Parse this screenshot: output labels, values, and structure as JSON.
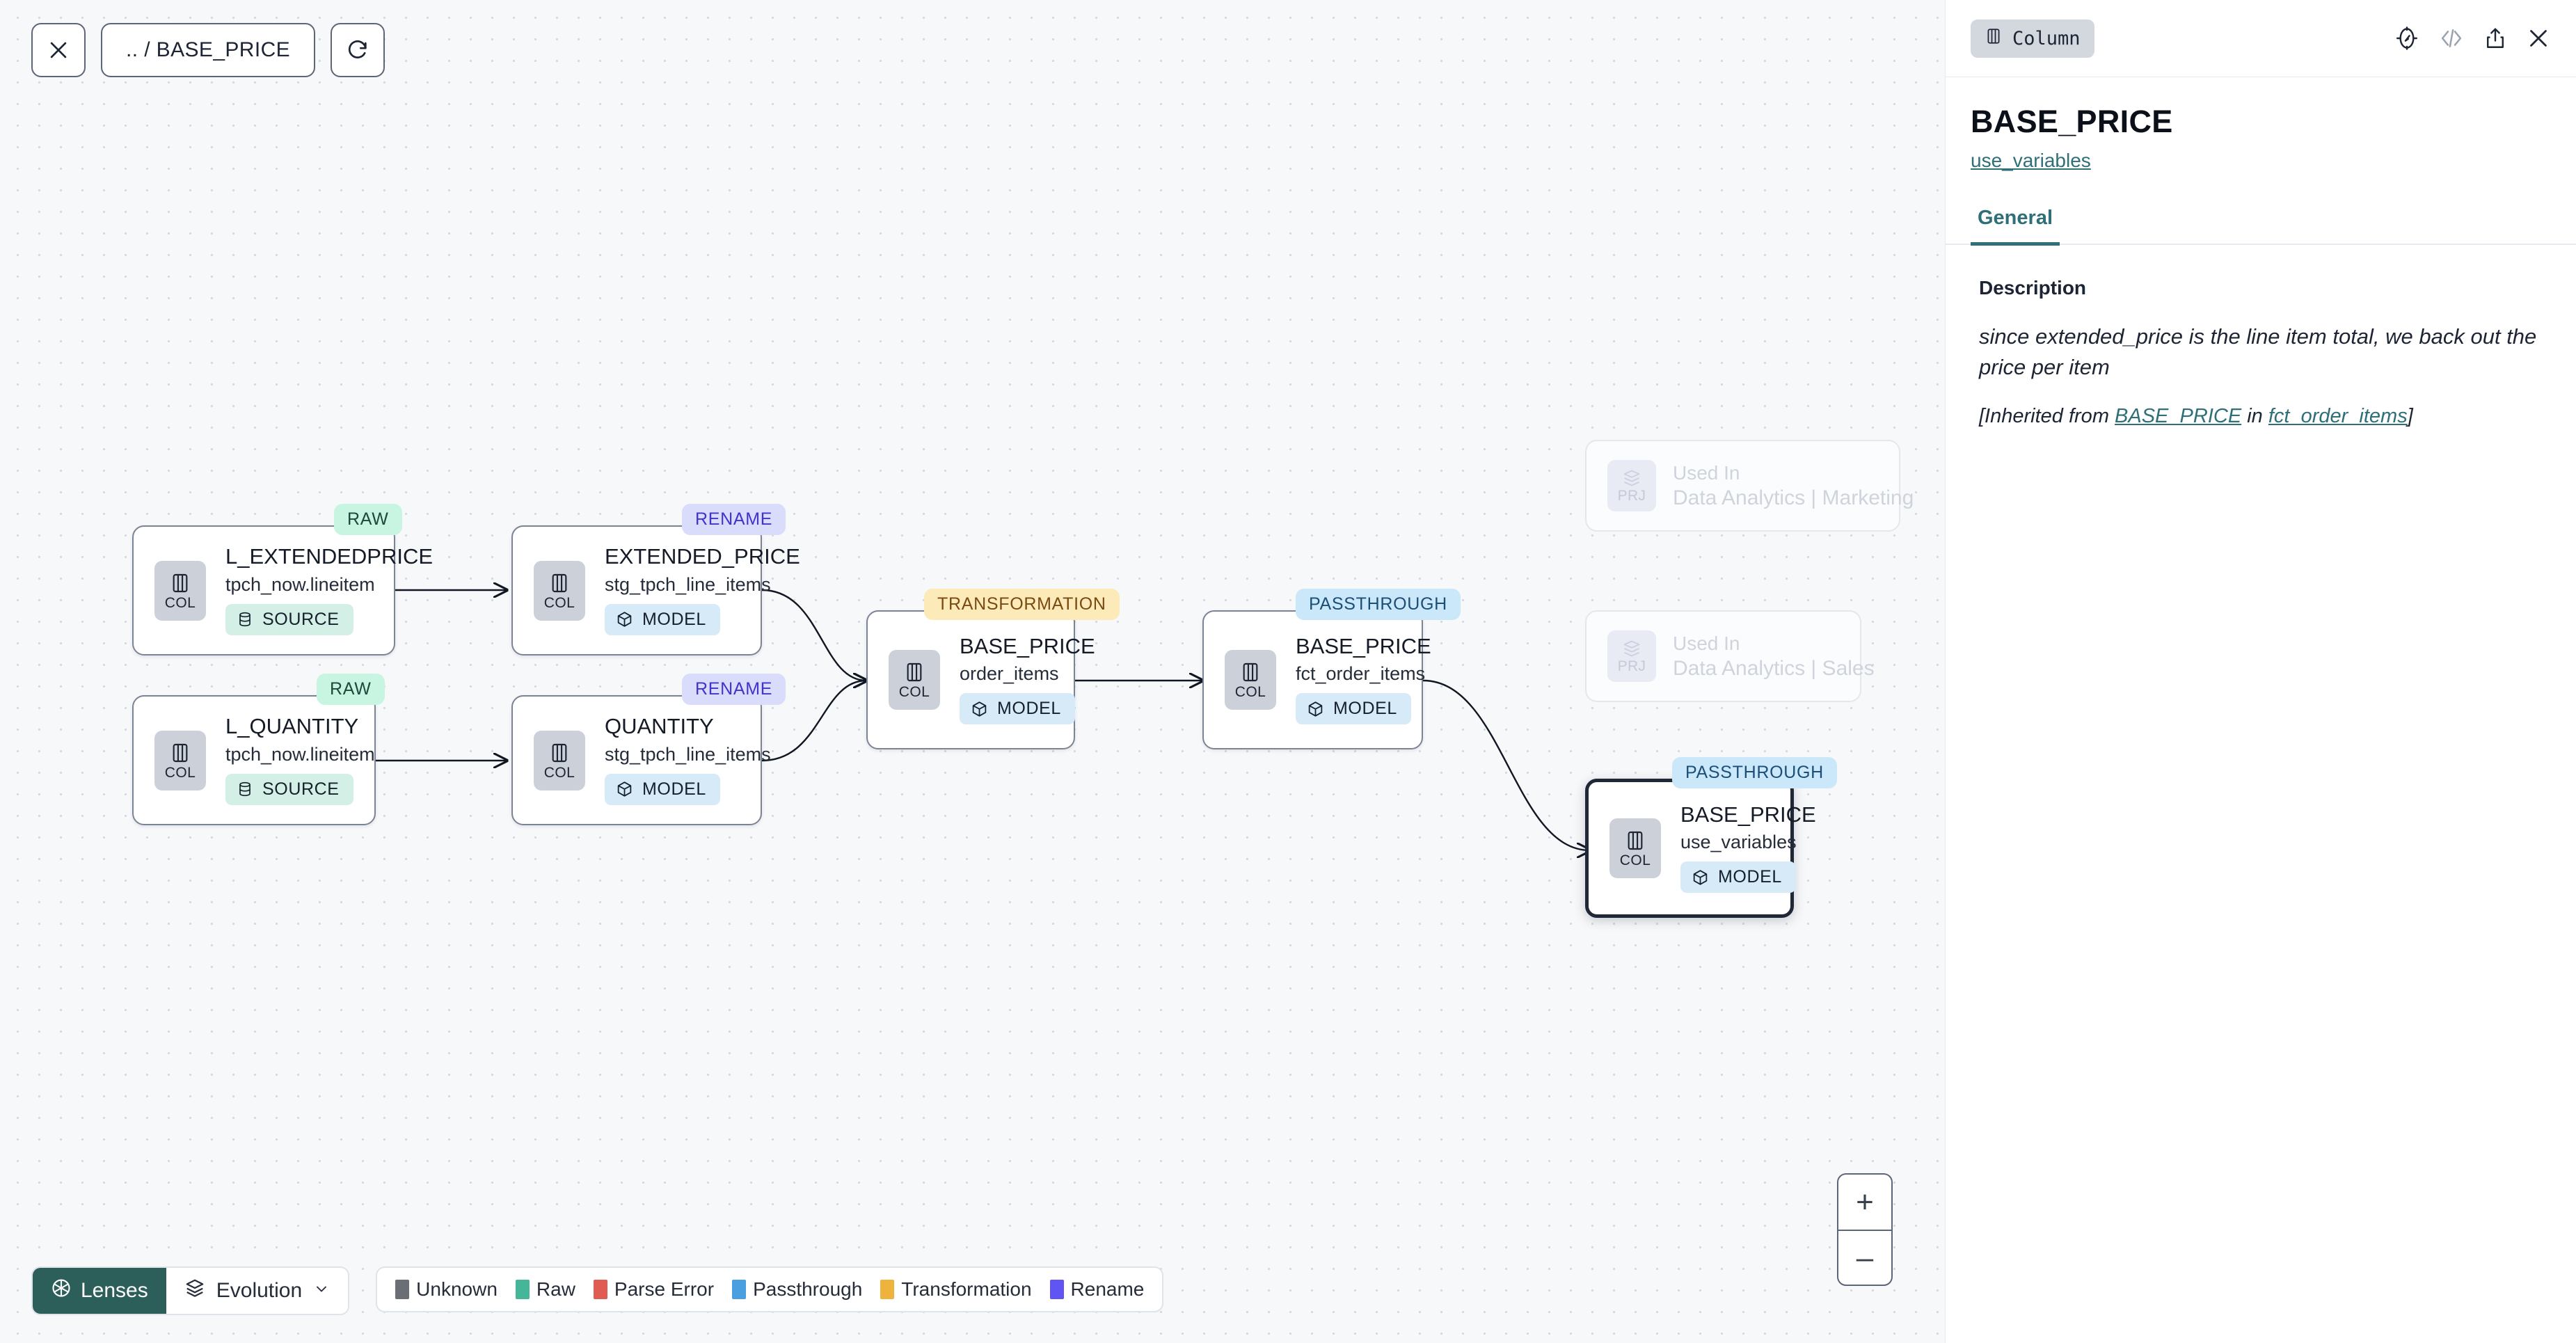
{
  "toolbar": {
    "close_icon": "close-x-icon",
    "breadcrumb": ".. / BASE_PRICE",
    "refresh_icon": "refresh-icon"
  },
  "graph": {
    "nodes": [
      {
        "id": "n1",
        "badge": "RAW",
        "badge_kind": "raw",
        "title": "L_EXTENDEDPRICE",
        "subtitle": "tpch_now.lineitem",
        "chip": "COL",
        "pill": "SOURCE",
        "pill_kind": "source"
      },
      {
        "id": "n2",
        "badge": "RENAME",
        "badge_kind": "rename",
        "title": "EXTENDED_PRICE",
        "subtitle": "stg_tpch_line_items",
        "chip": "COL",
        "pill": "MODEL",
        "pill_kind": "model"
      },
      {
        "id": "n3",
        "badge": "RAW",
        "badge_kind": "raw",
        "title": "L_QUANTITY",
        "subtitle": "tpch_now.lineitem",
        "chip": "COL",
        "pill": "SOURCE",
        "pill_kind": "source"
      },
      {
        "id": "n4",
        "badge": "RENAME",
        "badge_kind": "rename",
        "title": "QUANTITY",
        "subtitle": "stg_tpch_line_items",
        "chip": "COL",
        "pill": "MODEL",
        "pill_kind": "model"
      },
      {
        "id": "n5",
        "badge": "TRANSFORMATION",
        "badge_kind": "transformation",
        "title": "BASE_PRICE",
        "subtitle": "order_items",
        "chip": "COL",
        "pill": "MODEL",
        "pill_kind": "model"
      },
      {
        "id": "n6",
        "badge": "PASSTHROUGH",
        "badge_kind": "passthrough",
        "title": "BASE_PRICE",
        "subtitle": "fct_order_items",
        "chip": "COL",
        "pill": "MODEL",
        "pill_kind": "model"
      },
      {
        "id": "n7",
        "badge": "PASSTHROUGH",
        "badge_kind": "passthrough",
        "title": "BASE_PRICE",
        "subtitle": "use_variables",
        "chip": "COL",
        "pill": "MODEL",
        "pill_kind": "model"
      }
    ],
    "ghost_nodes": [
      {
        "id": "g1",
        "chip": "PRJ",
        "title": "Used In",
        "subtitle": "Data Analytics | Marketing"
      },
      {
        "id": "g2",
        "chip": "PRJ",
        "title": "Used In",
        "subtitle": "Data Analytics | Sales"
      }
    ]
  },
  "zoom_controls": {
    "in": "+",
    "out": "–"
  },
  "bottom": {
    "lenses_label": "Lenses",
    "lenses_icon": "aperture-icon",
    "evolution_label": "Evolution",
    "evolution_icon": "layers-icon",
    "chevron_icon": "chevron-down-icon",
    "legend": [
      {
        "label": "Unknown",
        "color": "#6b6e74"
      },
      {
        "label": "Raw",
        "color": "#46b699"
      },
      {
        "label": "Parse Error",
        "color": "#e05c52"
      },
      {
        "label": "Passthrough",
        "color": "#4a9fe0"
      },
      {
        "label": "Transformation",
        "color": "#edb33c"
      },
      {
        "label": "Rename",
        "color": "#6055f2"
      }
    ]
  },
  "panel": {
    "type_chip": "Column",
    "type_chip_icon": "column-icon",
    "actions": [
      {
        "name": "explore-icon"
      },
      {
        "name": "code-icon"
      },
      {
        "name": "share-icon"
      },
      {
        "name": "close-icon"
      }
    ],
    "title": "BASE_PRICE",
    "subtitle_link": "use_variables",
    "tabs": [
      {
        "label": "General",
        "active": true
      }
    ],
    "description_label": "Description",
    "description_text": "since extended_price is the line item total, we back out the price per item",
    "inherit_prefix": "[Inherited from ",
    "inherit_link_1": "BASE_PRICE",
    "inherit_mid": " in ",
    "inherit_link_2": "fct_order_items",
    "inherit_suffix": "]"
  },
  "colors": {
    "canvas_bg": "#f7f8fa",
    "accent_teal": "#2f6f78",
    "lenses_bg": "#2d5f5a",
    "selected_border": "#1f2836"
  }
}
